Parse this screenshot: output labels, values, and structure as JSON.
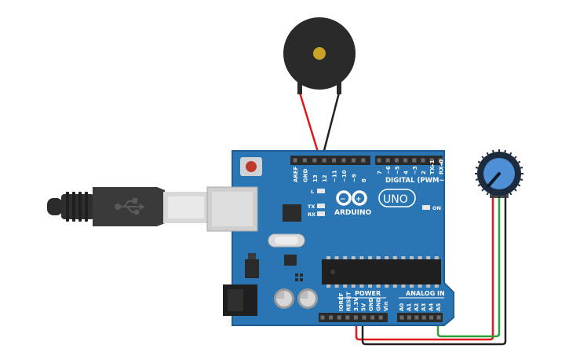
{
  "board": {
    "brand": "ARDUINO",
    "model": "UNO",
    "digital_header_label": "DIGITAL (PWM~)",
    "power_label": "POWER",
    "analog_label": "ANALOG IN",
    "led_l": "L",
    "led_tx": "TX",
    "led_rx": "RX",
    "led_on": "ON",
    "digital_pins_left": [
      "AREF",
      "GND",
      "13",
      "12",
      "~11",
      "~10",
      "~9",
      "8"
    ],
    "digital_pins_right": [
      "7",
      "~6",
      "~5",
      "4",
      "~3",
      "2",
      "TX▸1",
      "RX◂0"
    ],
    "power_pins": [
      "IOREF",
      "RESET",
      "3.3V",
      "5V",
      "GND",
      "GND",
      "Vin"
    ],
    "analog_pins": [
      "A0",
      "A1",
      "A2",
      "A3",
      "A4",
      "A5"
    ]
  },
  "components": {
    "buzzer": "piezo-buzzer",
    "potentiometer": "rotary-potentiometer",
    "usb": "usb-b-cable"
  },
  "colors": {
    "board": "#2A75B3",
    "board_edge": "#1E5E94",
    "header": "#2B2B2B",
    "wire_red": "#E0181B",
    "wire_black": "#222222",
    "wire_green": "#2AA03A",
    "buzzer_body": "#2A2A2A",
    "buzzer_center": "#C9A227",
    "pot_knob": "#4F8FD6"
  }
}
